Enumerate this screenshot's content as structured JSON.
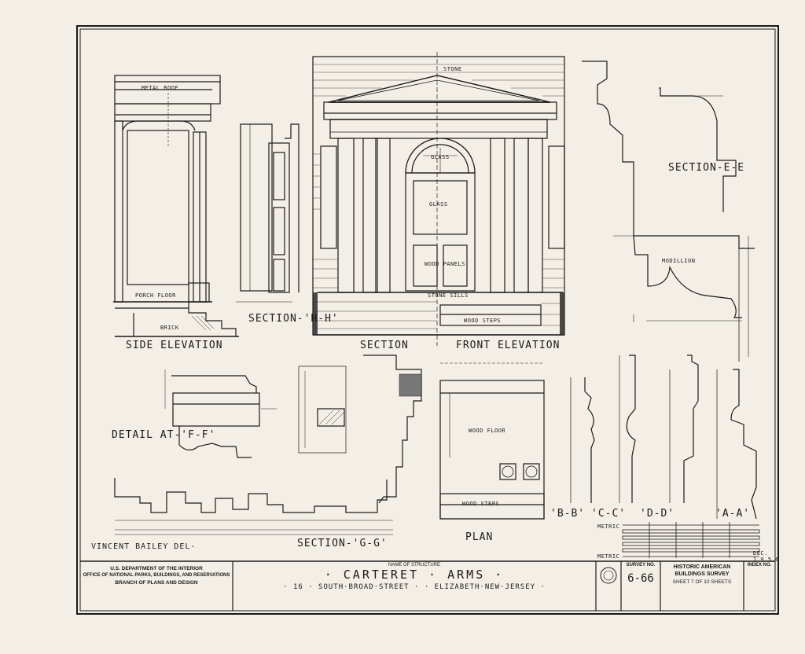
{
  "drawing_labels": {
    "side_elevation": "SIDE ELEVATION",
    "section_hh": "SECTION-'H-H'",
    "section": "SECTION",
    "front_elevation": "FRONT ELEVATION",
    "section_ee": "SECTION-E-E",
    "detail_ff": "DETAIL AT-'F-F'",
    "section_gg": "SECTION-'G-G'",
    "plan": "PLAN",
    "bb": "'B-B'",
    "cc": "'C-C'",
    "dd": "'D-D'",
    "aa": "'A-A'"
  },
  "notes": {
    "metal_roof": "METAL ROOF",
    "stone": "STONE",
    "glass_top": "GLASS",
    "glass_door": "GLASS",
    "wood_panels": "WOOD PANELS",
    "stone_sills": "STONE SILLS",
    "wood_steps_front": "WOOD STEPS",
    "porch_floor": "PORCH FLOOR",
    "brick": "BRICK",
    "modillion": "MODILLION",
    "wood_floor": "WOOD FLOOR",
    "wood_steps_plan": "WOOD STEPS"
  },
  "scale": {
    "metric_top": "METRIC",
    "metric_bottom": "METRIC",
    "dec": "DEC.",
    "note": "1.9.5.6"
  },
  "delineator": "VINCENT BAILEY DEL-",
  "title_block": {
    "agency_line1": "U.S. DEPARTMENT OF THE INTERIOR",
    "agency_line2": "OFFICE OF NATIONAL PARKS, BUILDINGS, AND RESERVATIONS",
    "agency_line3": "BRANCH OF PLANS AND DESIGN",
    "name_label": "NAME OF STRUCTURE",
    "structure_name": "· CARTERET · ARMS ·",
    "address": "· 16 · SOUTH·BROAD·STREET · · ELIZABETH·NEW·JERSEY ·",
    "survey_label": "SURVEY NO.",
    "survey_no": "6-66",
    "habs_line1": "HISTORIC AMERICAN",
    "habs_line2": "BUILDINGS SURVEY",
    "sheet_text": "SHEET 7 OF 10 SHEETS",
    "index_label": "INDEX NO."
  }
}
